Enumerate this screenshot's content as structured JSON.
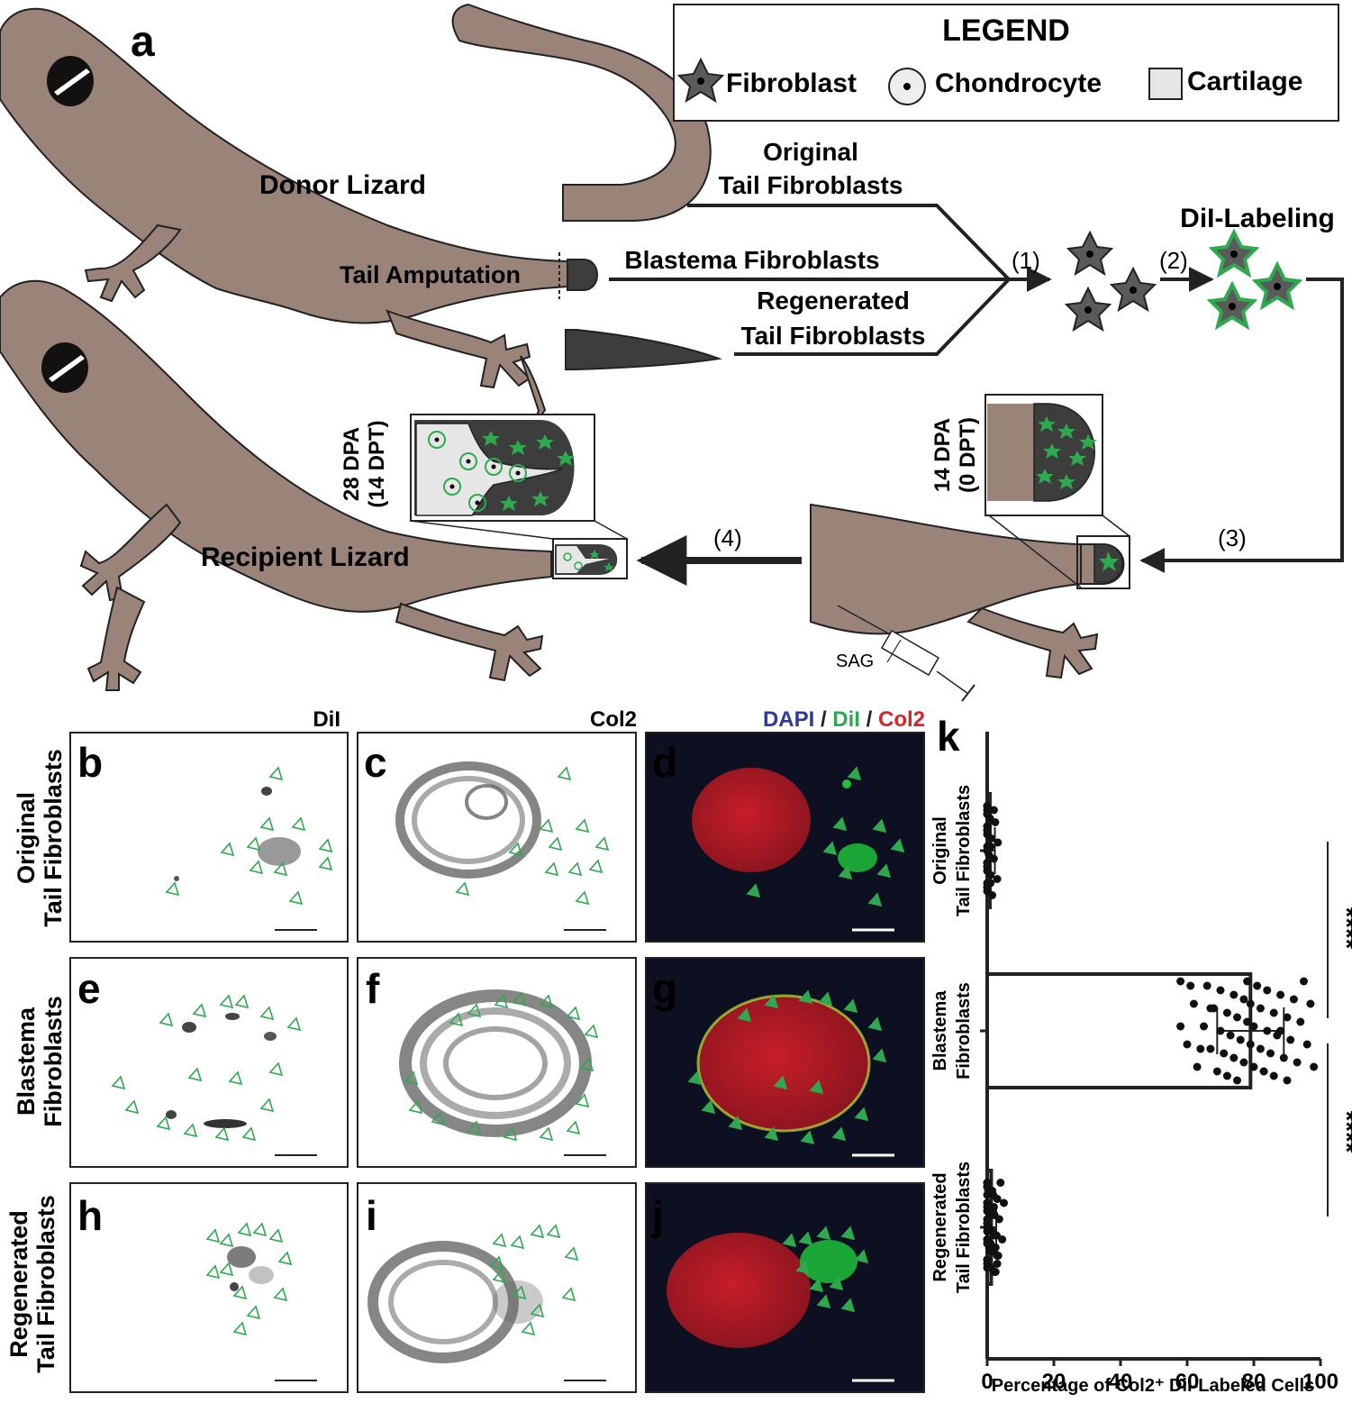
{
  "panel_letters": {
    "a": "a",
    "b": "b",
    "c": "c",
    "d": "d",
    "e": "e",
    "f": "f",
    "g": "g",
    "h": "h",
    "i": "i",
    "j": "j",
    "k": "k"
  },
  "legend": {
    "title": "LEGEND",
    "items": [
      "Fibroblast",
      "Chondrocyte",
      "Cartilage"
    ]
  },
  "schematic": {
    "donor_label": "Donor Lizard",
    "recipient_label": "Recipient Lizard",
    "amputation_label": "Tail Amputation",
    "original_line1": "Original",
    "original_line2": "Tail Fibroblasts",
    "blastema_label": "Blastema Fibroblasts",
    "regenerated_line1": "Regenerated",
    "regenerated_line2": "Tail Fibroblasts",
    "labeling_label": "DiI-Labeling",
    "steps": [
      "(1)",
      "(2)",
      "(3)",
      "(4)"
    ],
    "dpa14_line1": "14 DPA",
    "dpa14_line2": "(0 DPT)",
    "dpa28_line1": "28 DPA",
    "dpa28_line2": "(14 DPT)",
    "sag_label": "SAG"
  },
  "micrographs": {
    "col_headers": [
      "DiI",
      "Col2"
    ],
    "merge_header": {
      "dapi": "DAPI",
      "sep": " / ",
      "dil": "DiI",
      "col2": "Col2"
    },
    "rows": [
      {
        "line1": "Original",
        "line2": "Tail Fibroblasts"
      },
      {
        "line1": "Blastema",
        "line2": "Fibroblasts"
      },
      {
        "line1": "Regenerated",
        "line2": "Tail Fibroblasts"
      }
    ]
  },
  "colors": {
    "lizard": "#9a8479",
    "tissue_dark": "#3d3d3d",
    "dil_green": "#2fa84f",
    "dapi_blue": "#2b3aa0",
    "col2_red": "#d6252b",
    "cartilage": "#e6e6e6"
  },
  "chart_data": {
    "type": "bar",
    "orientation": "horizontal",
    "categories": [
      "Original Tail Fibroblasts",
      "Blastema Fibroblasts",
      "Regenerated Tail Fibroblasts"
    ],
    "category_labels": [
      {
        "line1": "Original",
        "line2": "Tail Fibroblasts"
      },
      {
        "line1": "Blastema",
        "line2": "Fibroblasts"
      },
      {
        "line1": "Regenerated",
        "line2": "Tail Fibroblasts"
      }
    ],
    "values": [
      0.8,
      79,
      1.2
    ],
    "error": [
      1.5,
      10,
      1.5
    ],
    "xlabel": "Percentage of Col2⁺ DiI-Labeled Cells",
    "xlim": [
      0,
      100
    ],
    "xticks": [
      "0",
      "20",
      "40",
      "60",
      "80",
      "100"
    ],
    "significance": [
      "****",
      "****"
    ],
    "points": {
      "Original Tail Fibroblasts": [
        0,
        0,
        0,
        0,
        0,
        0,
        0,
        0,
        0,
        0,
        0,
        0,
        0,
        0,
        0.5,
        0.8,
        1,
        1.2,
        1.5,
        2,
        2.4,
        3,
        3.2,
        0,
        0,
        0,
        1,
        1,
        2,
        0,
        0,
        0,
        0,
        0
      ],
      "Blastema Fibroblasts": [
        58,
        60,
        62,
        63,
        65,
        66,
        67,
        68,
        69,
        70,
        70,
        71,
        72,
        72,
        73,
        74,
        74,
        75,
        75,
        76,
        77,
        77,
        78,
        78,
        79,
        79,
        80,
        80,
        81,
        82,
        82,
        83,
        84,
        84,
        85,
        86,
        86,
        87,
        88,
        89,
        90,
        90,
        91,
        92,
        93,
        94,
        95,
        96,
        97,
        98,
        58,
        61,
        64,
        67,
        83,
        88
      ],
      "Regenerated Tail Fibroblasts": [
        0,
        0,
        0,
        0,
        0,
        0,
        0,
        0,
        0,
        0,
        0.3,
        0.6,
        1,
        1.2,
        1.5,
        1.8,
        2,
        2.2,
        2.5,
        2.8,
        3,
        3.3,
        3.6,
        4,
        4.5,
        5,
        0,
        0,
        0,
        1,
        2,
        3,
        0.5,
        1.5,
        2.5,
        0,
        0,
        0,
        0,
        1,
        1,
        2,
        2,
        3,
        3,
        0,
        0,
        0,
        0,
        0
      ]
    }
  }
}
